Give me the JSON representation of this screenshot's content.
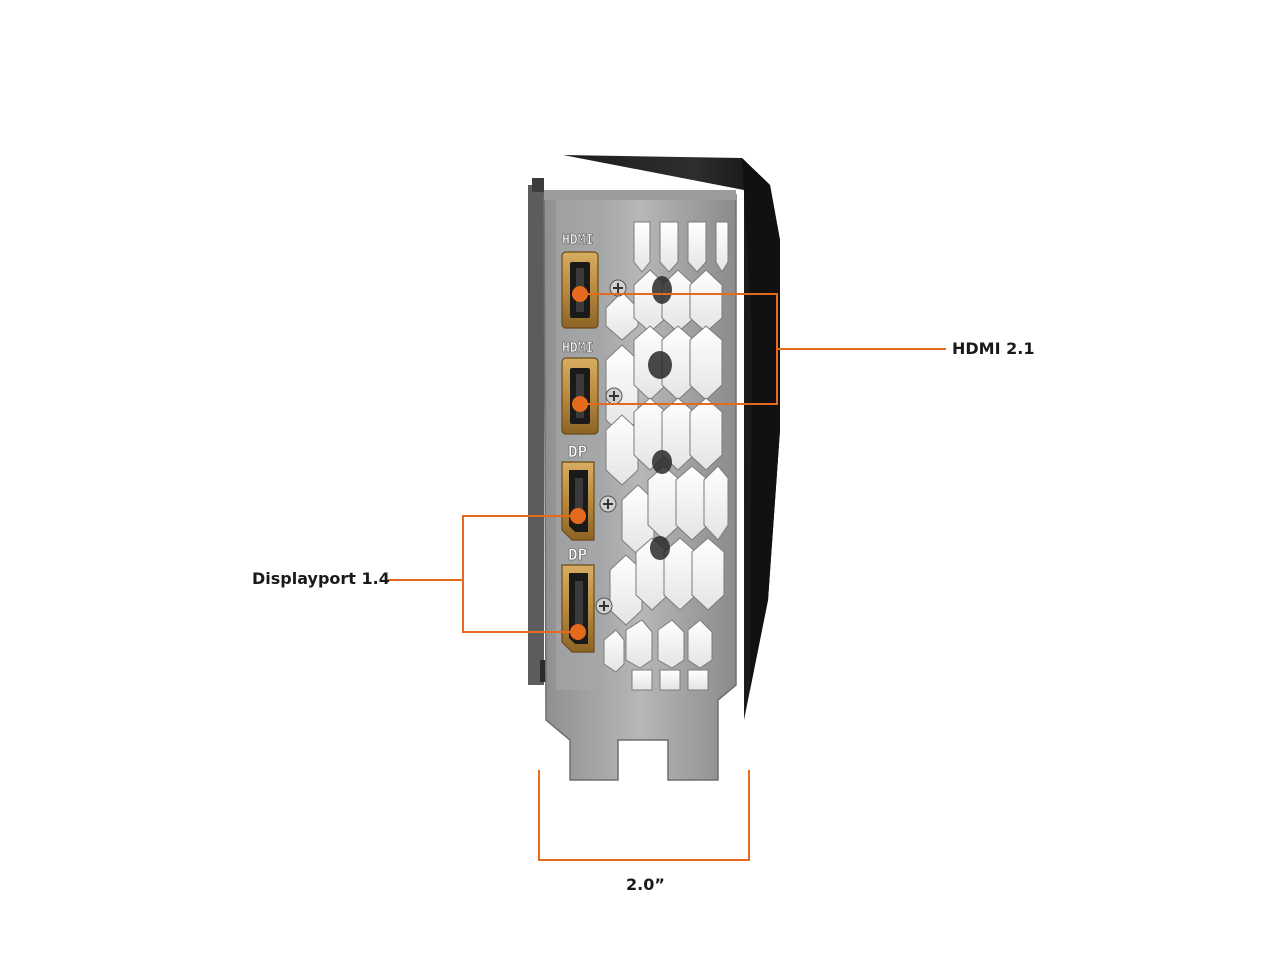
{
  "image": {
    "subject": "graphics card I/O bracket, end view",
    "accent_color": "#e56a1e"
  },
  "bracket_port_labels": [
    "HDMI",
    "HDMI",
    "DP",
    "DP"
  ],
  "callouts": {
    "hdmi": "HDMI 2.1",
    "displayport": "Displayport 1.4",
    "width": "2.0”"
  }
}
